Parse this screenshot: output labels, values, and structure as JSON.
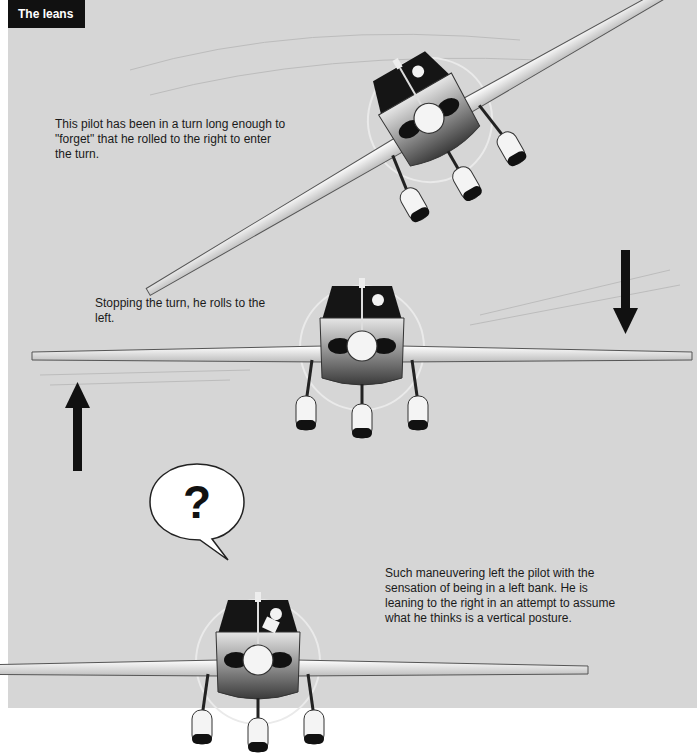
{
  "diagram": {
    "title": "The leans",
    "nodes": [
      {
        "text": [
          "?"
        ]
      }
    ],
    "labels": [
      "This pilot has been in a turn long enough to \"forget\" that he rolled to the right to enter the turn.",
      "Stopping the turn, he rolls to the left.",
      "Such maneuvering left the pilot with the sensation of being in a left bank. He is leaning to the right in an attempt to assume what he thinks is a vertical posture."
    ]
  }
}
